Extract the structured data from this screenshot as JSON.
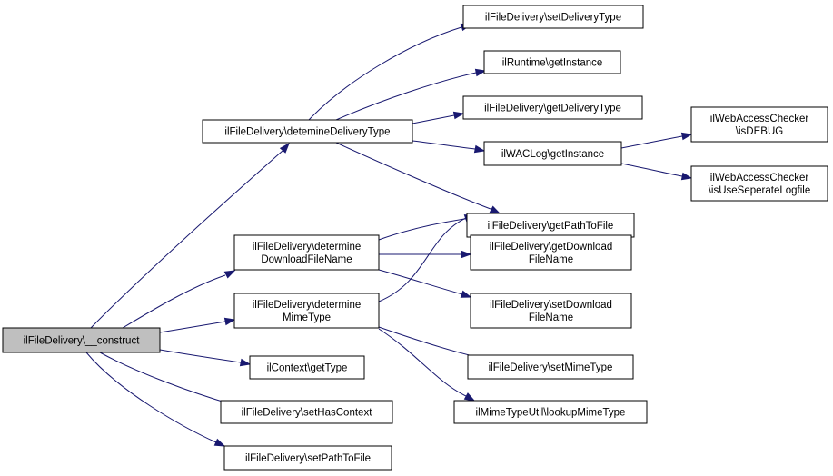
{
  "diagram": {
    "colors": {
      "edge": "#191970",
      "node_fill": "#ffffff",
      "root_fill": "#bfbfbf",
      "border": "#000000"
    },
    "nodes": [
      {
        "id": "construct",
        "lines": [
          "ilFileDelivery\\__construct"
        ],
        "root": true
      },
      {
        "id": "deteminedeliverytype",
        "lines": [
          "ilFileDelivery\\detemineDeliveryType"
        ]
      },
      {
        "id": "determinedownloadfilename",
        "lines": [
          "ilFileDelivery\\determine",
          "DownloadFileName"
        ]
      },
      {
        "id": "determinemimetype",
        "lines": [
          "ilFileDelivery\\determine",
          "MimeType"
        ]
      },
      {
        "id": "context-gettype",
        "lines": [
          "ilContext\\getType"
        ]
      },
      {
        "id": "sethascontext",
        "lines": [
          "ilFileDelivery\\setHasContext"
        ]
      },
      {
        "id": "setpathtofile",
        "lines": [
          "ilFileDelivery\\setPathToFile"
        ]
      },
      {
        "id": "setdeliverytype",
        "lines": [
          "ilFileDelivery\\setDeliveryType"
        ]
      },
      {
        "id": "runtime-getinstance",
        "lines": [
          "ilRuntime\\getInstance"
        ]
      },
      {
        "id": "getdeliverytype",
        "lines": [
          "ilFileDelivery\\getDeliveryType"
        ]
      },
      {
        "id": "waclog-getinstance",
        "lines": [
          "ilWACLog\\getInstance"
        ]
      },
      {
        "id": "getpathtofile",
        "lines": [
          "ilFileDelivery\\getPathToFile"
        ]
      },
      {
        "id": "getdownloadfilename",
        "lines": [
          "ilFileDelivery\\getDownload",
          "FileName"
        ]
      },
      {
        "id": "setdownloadfilename",
        "lines": [
          "ilFileDelivery\\setDownload",
          "FileName"
        ]
      },
      {
        "id": "setmimetype",
        "lines": [
          "ilFileDelivery\\setMimeType"
        ]
      },
      {
        "id": "lookupmimetype",
        "lines": [
          "ilMimeTypeUtil\\lookupMimeType"
        ]
      },
      {
        "id": "isdebug",
        "lines": [
          "ilWebAccessChecker",
          "\\isDEBUG"
        ]
      },
      {
        "id": "isuseseperatelogfile",
        "lines": [
          "ilWebAccessChecker",
          "\\isUseSeperateLogfile"
        ]
      }
    ],
    "edges": [
      {
        "from": "construct",
        "to": "deteminedeliverytype"
      },
      {
        "from": "construct",
        "to": "determinedownloadfilename"
      },
      {
        "from": "construct",
        "to": "determinemimetype"
      },
      {
        "from": "construct",
        "to": "context-gettype"
      },
      {
        "from": "construct",
        "to": "sethascontext"
      },
      {
        "from": "construct",
        "to": "setpathtofile"
      },
      {
        "from": "deteminedeliverytype",
        "to": "setdeliverytype"
      },
      {
        "from": "deteminedeliverytype",
        "to": "runtime-getinstance"
      },
      {
        "from": "deteminedeliverytype",
        "to": "getdeliverytype"
      },
      {
        "from": "deteminedeliverytype",
        "to": "waclog-getinstance"
      },
      {
        "from": "deteminedeliverytype",
        "to": "getpathtofile"
      },
      {
        "from": "waclog-getinstance",
        "to": "isdebug"
      },
      {
        "from": "waclog-getinstance",
        "to": "isuseseperatelogfile"
      },
      {
        "from": "determinedownloadfilename",
        "to": "getpathtofile"
      },
      {
        "from": "determinedownloadfilename",
        "to": "getdownloadfilename"
      },
      {
        "from": "determinedownloadfilename",
        "to": "setdownloadfilename"
      },
      {
        "from": "determinemimetype",
        "to": "getpathtofile"
      },
      {
        "from": "determinemimetype",
        "to": "setmimetype"
      },
      {
        "from": "determinemimetype",
        "to": "lookupmimetype"
      }
    ]
  }
}
